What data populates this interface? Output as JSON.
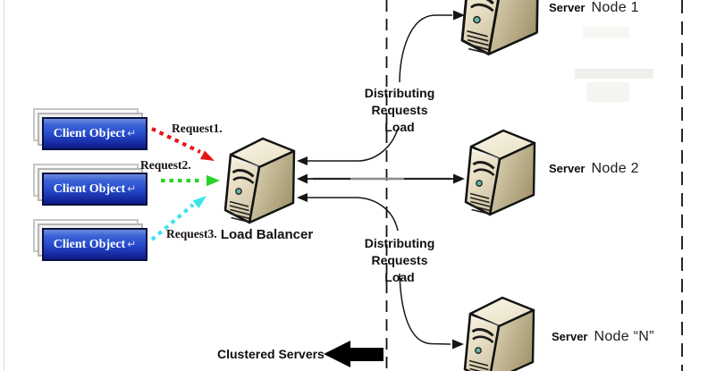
{
  "clients": {
    "label": "Client Object",
    "return_symbol": "↵"
  },
  "requests": [
    {
      "label": "Request1.",
      "color": "#e51515"
    },
    {
      "label": "Request2.",
      "color": "#28d428"
    },
    {
      "label": "Request3.",
      "color": "#3ce3ec"
    }
  ],
  "load_balancer": {
    "label": "Load Balancer"
  },
  "distribution_note": {
    "line1": "Distributing Requests",
    "line2": "Load"
  },
  "servers": [
    {
      "prefix": "Server",
      "name": "Node 1"
    },
    {
      "prefix": "Server",
      "name": "Node 2"
    },
    {
      "prefix": "Server",
      "name": "Node “N”"
    }
  ],
  "footer": {
    "clustered_label": "Clustered Servers"
  }
}
